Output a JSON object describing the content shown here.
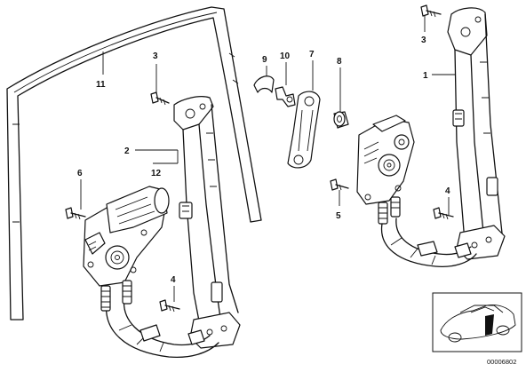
{
  "diagram": {
    "callouts": {
      "c1": "1",
      "c2": "2",
      "c3_left": "3",
      "c3_right": "3",
      "c4_left": "4",
      "c4_right": "4",
      "c5": "5",
      "c6": "6",
      "c7": "7",
      "c8": "8",
      "c9": "9",
      "c10": "10",
      "c11": "11",
      "c12": "12"
    },
    "document_number": "00006802"
  }
}
